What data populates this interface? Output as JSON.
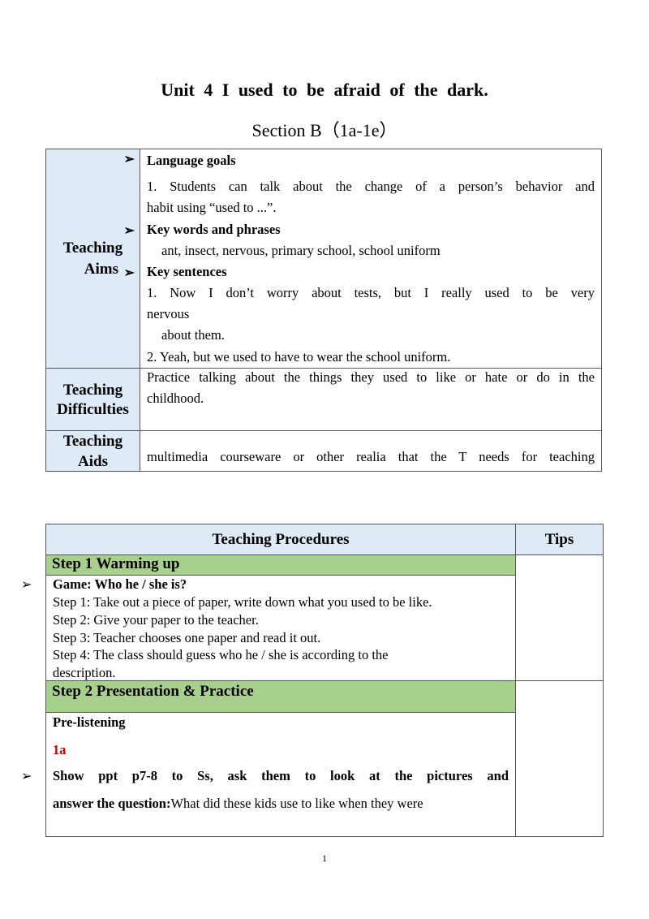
{
  "title": "Unit  4  I  used  to  be  afraid  of  the  dark.",
  "subtitle": "Section  B（1a-1e）",
  "aims": {
    "label_1": "Teaching",
    "label_2": "Aims",
    "lang_goals": "Language  goals",
    "goal_1a": "1.  Students  can  talk  about  the  change  of  a  person’s  behavior  and",
    "goal_1b": "habit  using  “used  to  ...”.",
    "key_words": "Key  words  and  phrases",
    "words": "ant,  insect,  nervous,  primary  school,  school  uniform",
    "key_sentences": "Key  sentences",
    "sent_1a": "1.  Now  I  don’t  worry  about  tests,  but  I  really  used  to  be  very",
    "sent_1b": "nervous",
    "sent_1c": "about  them.",
    "sent_2": "2.  Yeah,  but  we  used  to  have  to  wear  the  school  uniform."
  },
  "difficulties": {
    "label_1": "Teaching",
    "label_2": "Difficulties",
    "text_a": "Practice  talking  about  the  things  they  used  to  like  or  hate  or  do  in  the",
    "text_b": "childhood."
  },
  "aids": {
    "label_1": "Teaching",
    "label_2": "Aids",
    "text": "multimedia  courseware  or  other  realia  that  the  T  needs  for  teaching"
  },
  "procedures": {
    "header": "Teaching  Procedures",
    "tips": "Tips",
    "step1": "Step 1  Warming  up",
    "game": "Game:  Who  he  /  she  is?",
    "s1": "Step 1: Take out a piece of paper, write down what you  used to be like.",
    "s2": "Step 2: Give your paper to the teacher.",
    "s3": "Step 3: Teacher chooses one paper and read it out.",
    "s4a": "Step 4: The class should guess who he / she is according to the",
    "s4b": "description.",
    "step2": "Step  2  Presentation  &  Practice",
    "pre": "Pre-listening",
    "one_a": "1a",
    "show_a": "Show  ppt  p7-8  to  Ss,  ask  them  to  look  at  the  pictures  and",
    "show_b_bold": "answer  the  question:",
    "show_b_rest": "What did these kids use to like when they were"
  },
  "page_number": "1",
  "icons": {
    "bullet": "arrow-bullet-icon"
  }
}
